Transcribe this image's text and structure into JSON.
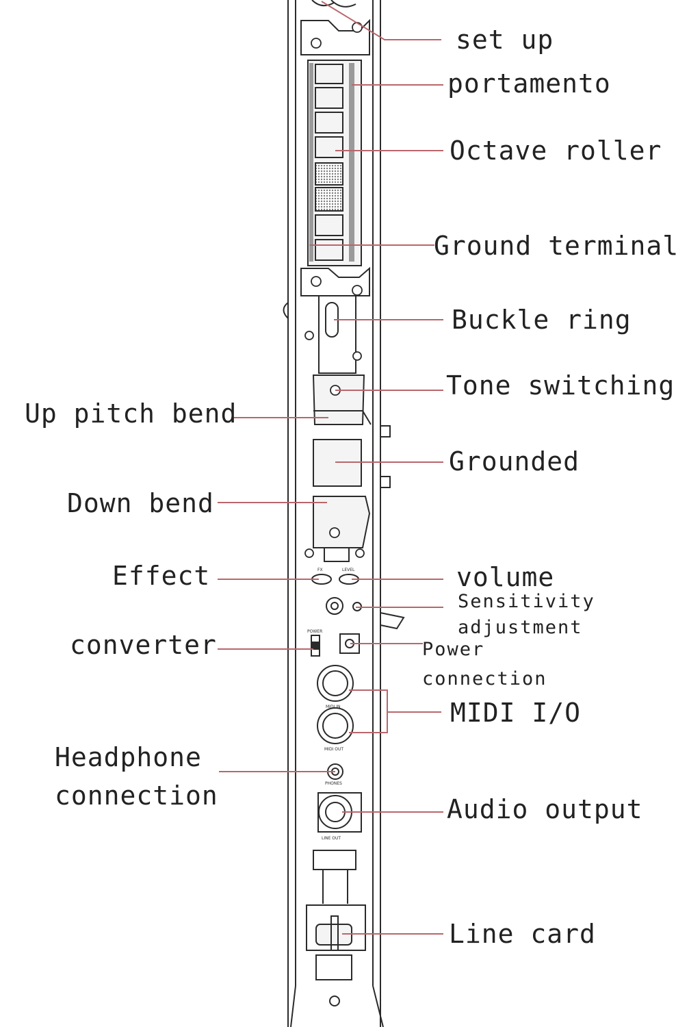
{
  "colors": {
    "ink": "#2a2a2a",
    "leader": "#b9666b",
    "label": "#222222",
    "device_fill": "#f4f4f4",
    "grille": "#7a7a7a"
  },
  "labels": {
    "set_up": "set up",
    "portamento": "portamento",
    "octave_roller": "Octave roller",
    "ground_terminal": "Ground terminal",
    "buckle_ring": "Buckle ring",
    "tone_switching": "Tone switching",
    "up_pitch_bend": "Up pitch bend",
    "grounded": "Grounded",
    "down_bend": "Down bend",
    "effect": "Effect",
    "volume": "volume",
    "sensitivity_1": "Sensitivity",
    "sensitivity_2": "adjustment",
    "converter": "converter",
    "power_1": "Power",
    "power_2": "connection",
    "midi_io": "MIDI I/O",
    "headphone_1": "Headphone",
    "headphone_2": "connection",
    "audio_output": "Audio output",
    "line_card": "Line card"
  },
  "device_print": {
    "fx": "FX",
    "level": "LEVEL",
    "power": "POWER",
    "midi_in": "MIDI IN",
    "midi_out": "MIDI OUT",
    "phones": "PHONES",
    "line_out": "LINE OUT"
  },
  "icons": [
    "screw-icon",
    "midi-din-icon",
    "jack-icon",
    "knob-icon",
    "grille-icon",
    "switch-icon"
  ]
}
